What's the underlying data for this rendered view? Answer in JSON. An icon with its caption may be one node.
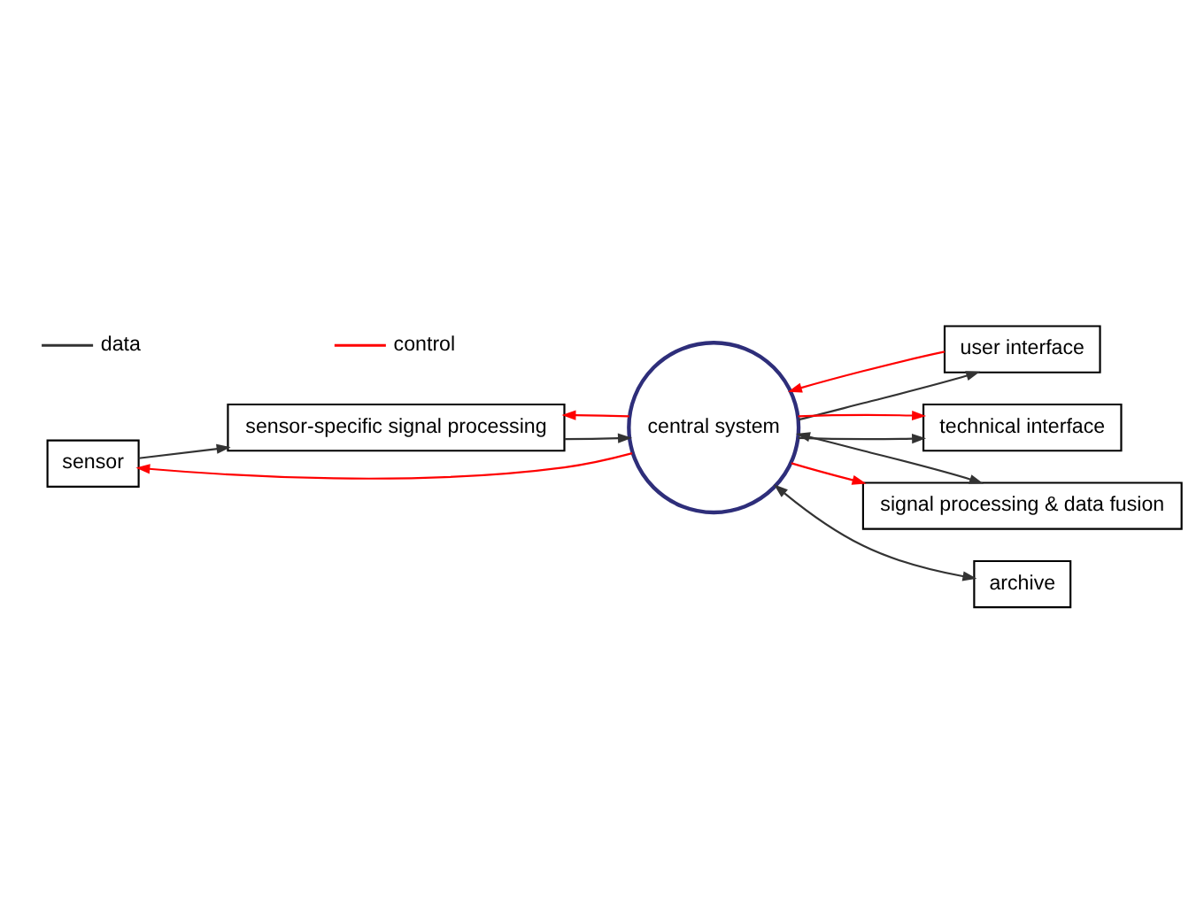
{
  "diagram": {
    "nodes": [
      {
        "text": [
          "sensor"
        ]
      },
      {
        "text": [
          "sensor-specific signal processing"
        ]
      },
      {
        "text": [
          "central system"
        ]
      },
      {
        "text": [
          "user interface"
        ]
      },
      {
        "text": [
          "technical interface"
        ]
      },
      {
        "text": [
          "signal processing & data fusion"
        ]
      },
      {
        "text": [
          "archive"
        ]
      }
    ],
    "edges": [
      {
        "from": 0,
        "to": 1,
        "arrow": "to"
      },
      {
        "from": 1,
        "to": 2,
        "arrow": "to"
      },
      {
        "from": 2,
        "to": 1,
        "arrow": "to",
        "color": "#ff0000"
      },
      {
        "from": 2,
        "to": 0,
        "arrow": "to",
        "color": "#ff0000"
      },
      {
        "from": 2,
        "to": 3,
        "arrow": "to"
      },
      {
        "from": 3,
        "to": 2,
        "arrow": "to",
        "color": "#ff0000"
      },
      {
        "from": 2,
        "to": 4,
        "arrow": "to"
      },
      {
        "from": 2,
        "to": 4,
        "arrow": "to",
        "color": "#ff0000"
      },
      {
        "from": 5,
        "to": 2,
        "arrow": "both"
      },
      {
        "from": 2,
        "to": 5,
        "arrow": "to",
        "color": "#ff0000"
      },
      {
        "from": 2,
        "to": 6,
        "arrow": "both"
      }
    ],
    "legend": [
      {
        "text": "data"
      },
      {
        "text": "control"
      }
    ]
  }
}
